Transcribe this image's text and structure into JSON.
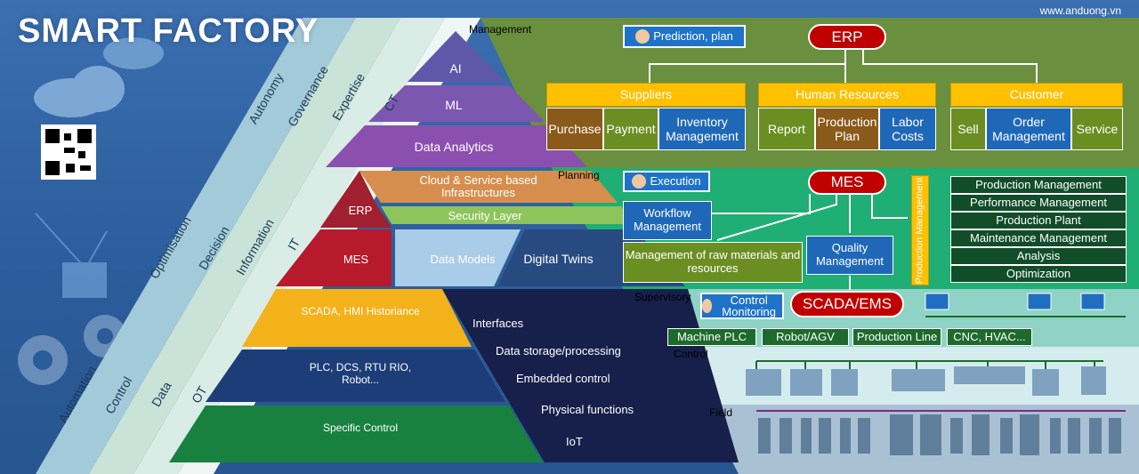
{
  "header": {
    "title": "SMART FACTORY",
    "website": "www.anduong.vn"
  },
  "levels": {
    "management": "Management",
    "planning": "Planning",
    "supervisory": "Supervisory",
    "control": "Control",
    "field": "Field"
  },
  "bands": {
    "autonomy": "Autonomy",
    "governance": "Governance",
    "expertise": "Expertise",
    "ct": "CT",
    "optimisation": "Optimisation",
    "decision": "Decision",
    "information": "Information",
    "it": "IT",
    "automation": "Automation",
    "control": "Control",
    "data": "Data",
    "ot": "OT"
  },
  "pyramid": {
    "ai": "AI",
    "ml": "ML",
    "data_analytics": "Data Analytics",
    "cloud": "Cloud & Service based Infrastructures",
    "security": "Security Layer",
    "erp": "ERP",
    "mes": "MES",
    "data_models": "Data Models",
    "digital_twins": "Digital Twins",
    "scada": "SCADA, HMI Historiance",
    "plc": "PLC, DCS, RTU RIO, Robot...",
    "specific": "Specific Control"
  },
  "ot_layers": [
    "Interfaces",
    "Data storage/processing",
    "Embedded control",
    "Physical functions",
    "IoT"
  ],
  "management": {
    "persona": "Prediction, plan",
    "erp": "ERP",
    "groups": [
      {
        "title": "Suppliers",
        "items": [
          "Purchase",
          "Payment",
          "Inventory Management"
        ]
      },
      {
        "title": "Human Resources",
        "items": [
          "Report",
          "Production Plan",
          "Labor Costs"
        ]
      },
      {
        "title": "Customer",
        "items": [
          "Sell",
          "Order Management",
          "Service"
        ]
      }
    ]
  },
  "planning": {
    "persona": "Execution",
    "mes": "MES",
    "workflow": "Workflow Management",
    "quality": "Quality Management",
    "raw": "Management of raw materials and resources",
    "vertical": "Production Management",
    "list": [
      "Production Management",
      "Performance Management",
      "Production Plant",
      "Maintenance Management",
      "Analysis",
      "Optimization"
    ]
  },
  "supervisory": {
    "persona": "Control Monitoring",
    "scada": "SCADA/EMS",
    "controls": [
      "Machine PLC",
      "Robot/AGV",
      "Production Line",
      "CNC, HVAC..."
    ]
  },
  "colors": {
    "management_bg": "#6a8f3e",
    "planning_bg": "#1fae73",
    "supervisory_bg": "#8fd3c6",
    "control_bg": "#cfe9ec",
    "field_bg": "#a9c0d3",
    "erp_red": "#c00000",
    "yellow": "#ffc000"
  }
}
